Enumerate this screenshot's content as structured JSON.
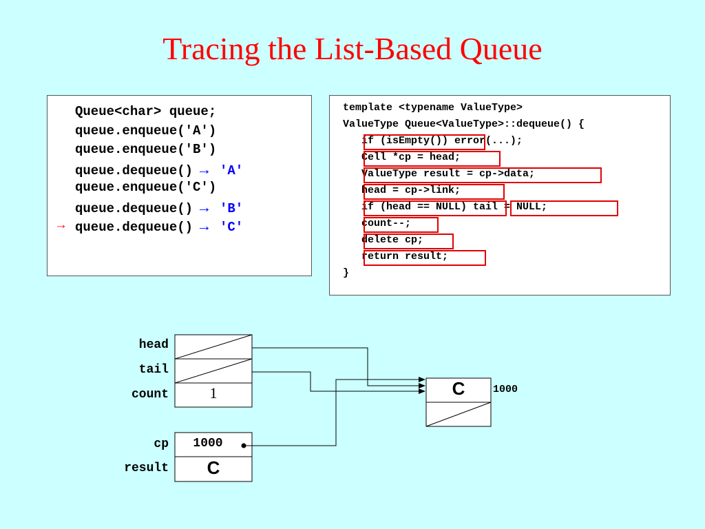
{
  "title": "Tracing the List-Based Queue",
  "trace": {
    "lines": [
      {
        "code": "Queue<char> queue;",
        "result": ""
      },
      {
        "code": "queue.enqueue('A')",
        "result": ""
      },
      {
        "code": "queue.enqueue('B')",
        "result": ""
      },
      {
        "code": "queue.dequeue()",
        "result": "'A'"
      },
      {
        "code": "queue.enqueue('C')",
        "result": ""
      },
      {
        "code": "queue.dequeue()",
        "result": "'B'"
      },
      {
        "code": "queue.dequeue()",
        "result": "'C'"
      }
    ],
    "result_arrow": "→",
    "current_marker": "→",
    "current_line": 6
  },
  "function_code": {
    "lines": [
      "template <typename ValueType>",
      "ValueType Queue<ValueType>::dequeue() {",
      "   if (isEmpty()) error(...);",
      "   Cell *cp = head;",
      "   ValueType result = cp->data;",
      "   head = cp->link;",
      "   if (head == NULL) tail = NULL;",
      "   count--;",
      "   delete cp;",
      "   return result;",
      "}"
    ]
  },
  "memory": {
    "labels": {
      "head": "head",
      "tail": "tail",
      "count": "count",
      "cp": "cp",
      "result": "result"
    },
    "count_value": "1",
    "cp_value": "1000",
    "result_value": "C",
    "cell_data": "C",
    "cell_address": "1000"
  },
  "colors": {
    "background": "#ccffff",
    "title": "#ff0000",
    "result_arrow": "#0000ff",
    "highlight": "#e00000"
  }
}
